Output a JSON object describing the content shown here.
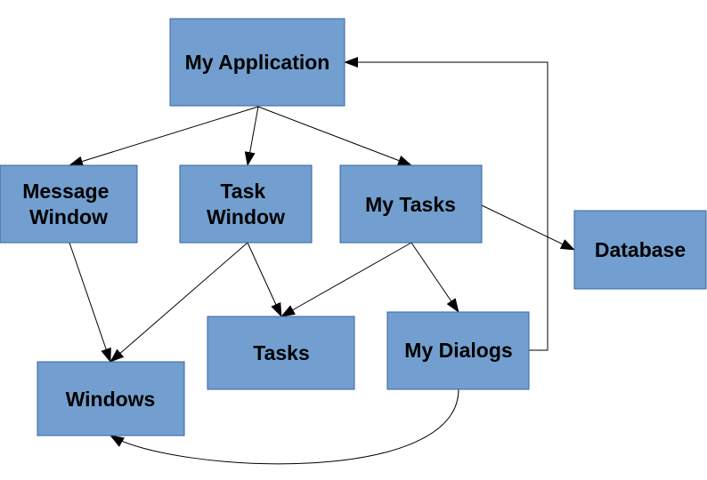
{
  "colors": {
    "node_fill": "#729fcf",
    "node_border": "#3465a4",
    "edge": "#000000",
    "background": "#ffffff"
  },
  "nodes": {
    "my_application": [
      "My Application"
    ],
    "message_window": [
      "Message",
      "Window"
    ],
    "task_window": [
      "Task",
      "Window"
    ],
    "my_tasks": [
      "My Tasks"
    ],
    "database": [
      "Database"
    ],
    "tasks": [
      "Tasks"
    ],
    "my_dialogs": [
      "My Dialogs"
    ],
    "windows": [
      "Windows"
    ]
  },
  "edges": [
    {
      "from": "my_application",
      "to": "message_window"
    },
    {
      "from": "my_application",
      "to": "task_window"
    },
    {
      "from": "my_application",
      "to": "my_tasks"
    },
    {
      "from": "my_tasks",
      "to": "database"
    },
    {
      "from": "my_tasks",
      "to": "tasks"
    },
    {
      "from": "my_tasks",
      "to": "my_dialogs"
    },
    {
      "from": "message_window",
      "to": "windows"
    },
    {
      "from": "task_window",
      "to": "windows"
    },
    {
      "from": "task_window",
      "to": "tasks"
    },
    {
      "from": "my_dialogs",
      "to": "my_application"
    },
    {
      "from": "my_dialogs",
      "to": "windows"
    }
  ]
}
